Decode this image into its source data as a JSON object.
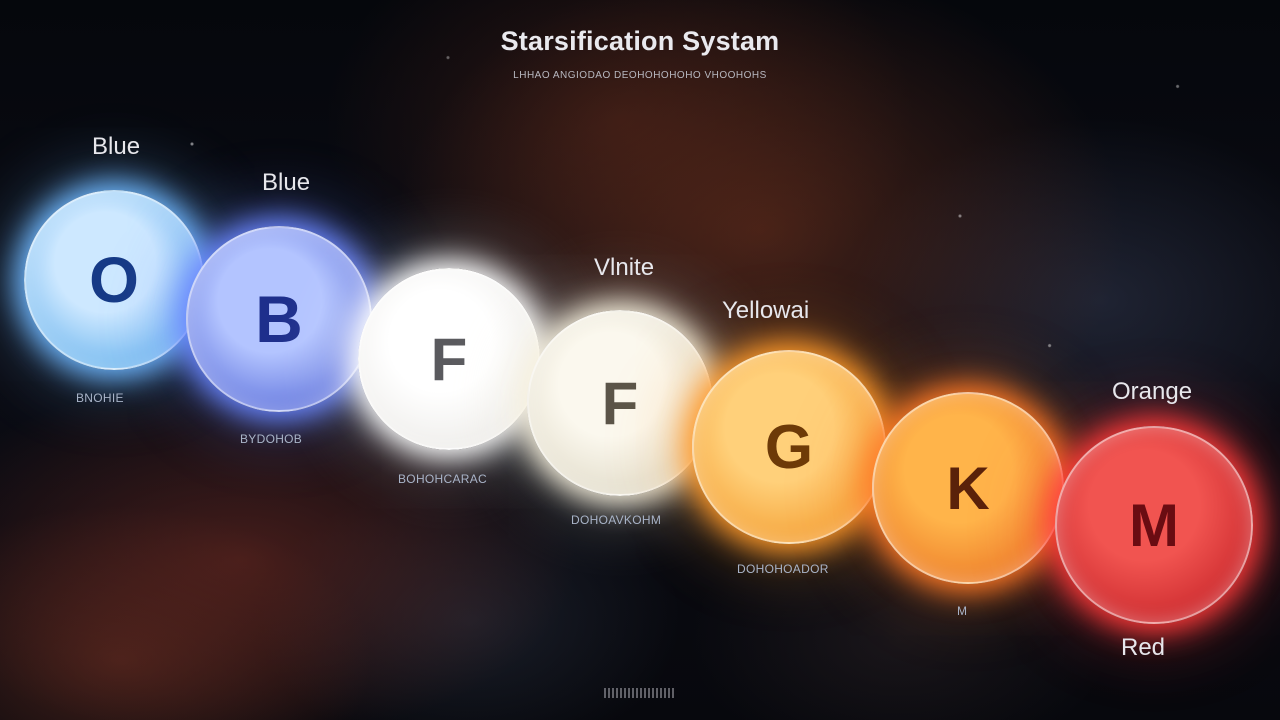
{
  "header": {
    "title": "Starsification Systam",
    "subtitle": "LHHAO ANGIODAO DEOHOHOHOHO VHOOHOHS"
  },
  "stars": [
    {
      "letter": "O",
      "color_label": "Blue",
      "sub_label": "BNOHIE",
      "fill_center": "#cde8ff",
      "fill_edge": "#3f9de6",
      "glow": "#6fb8ff",
      "text_color": "#163a86"
    },
    {
      "letter": "B",
      "color_label": "Blue",
      "sub_label": "BYDOHOB",
      "fill_center": "#b3c4ff",
      "fill_edge": "#3a4fcd",
      "glow": "#6a86ff",
      "text_color": "#1e2f8c"
    },
    {
      "letter": "F",
      "color_label": "",
      "sub_label": "BOHOHCARAC",
      "fill_center": "#ffffff",
      "fill_edge": "#e6e4e0",
      "glow": "#ffffff",
      "text_color": "#5a5a5e"
    },
    {
      "letter": "F",
      "color_label": "Vlnite",
      "sub_label": "DOHOAVKOHM",
      "fill_center": "#fbf8ee",
      "fill_edge": "#d6cfb9",
      "glow": "#f7f1de",
      "text_color": "#5b5549"
    },
    {
      "letter": "G",
      "color_label": "Yellowai",
      "sub_label": "DOHOHOADOR",
      "fill_center": "#ffd07a",
      "fill_edge": "#ef8a14",
      "glow": "#ff9a2a",
      "text_color": "#6d3a08"
    },
    {
      "letter": "K",
      "color_label": "",
      "sub_label": "M",
      "fill_center": "#ffb44a",
      "fill_edge": "#e4641a",
      "glow": "#ff7a26",
      "text_color": "#5a220a"
    },
    {
      "letter": "M",
      "color_label": "Orange",
      "sub_label": "Red",
      "fill_center": "#f15450",
      "fill_edge": "#b8141c",
      "glow": "#ff3a3a",
      "text_color": "#6a0c12"
    }
  ]
}
